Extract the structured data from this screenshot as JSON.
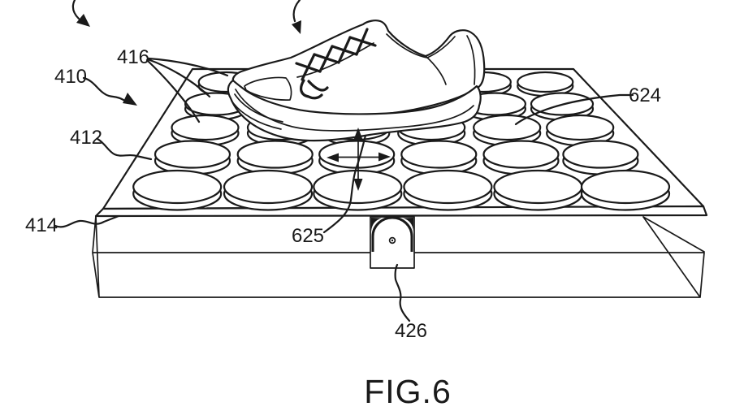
{
  "figure": {
    "caption": "FIG.6",
    "colors": {
      "ink": "#1a1a1a",
      "background": "#ffffff"
    },
    "labels": {
      "n410": "410",
      "n412": "412",
      "n414": "414",
      "n416": "416",
      "n624": "624",
      "n625": "625",
      "n426": "426"
    }
  }
}
